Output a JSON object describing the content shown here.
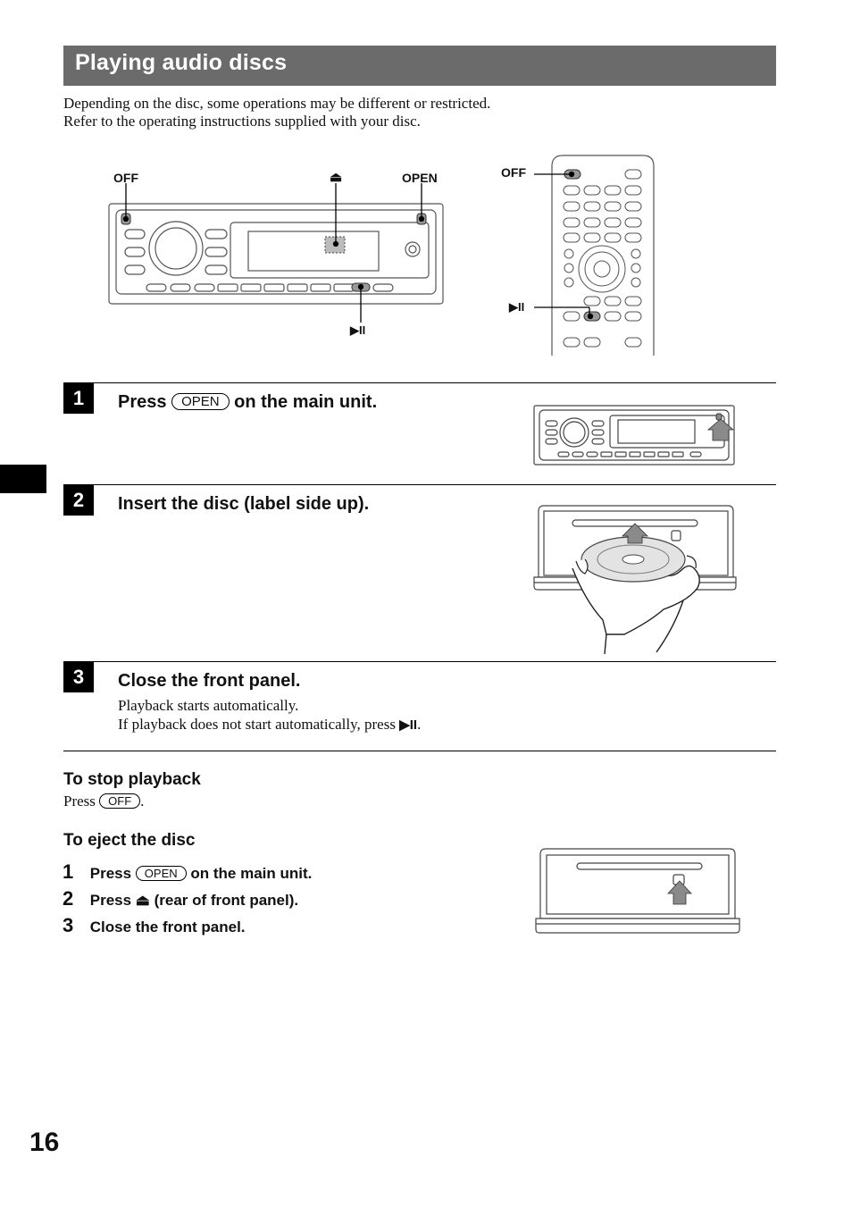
{
  "header": {
    "title": "Playing audio discs"
  },
  "intro": {
    "line1": "Depending on the disc, some operations may be different or restricted.",
    "line2": "Refer to the operating instructions supplied with your disc."
  },
  "diagram": {
    "off_label": "OFF",
    "eject_symbol": "⏏",
    "open_label": "OPEN",
    "play_pause_symbol": "▶II",
    "remote_off_label": "OFF",
    "remote_play_pause_symbol": "▶II"
  },
  "steps": [
    {
      "num": "1",
      "pre": "Press",
      "button": "OPEN",
      "post": "on the main unit."
    },
    {
      "num": "2",
      "title": "Insert the disc (label side up)."
    },
    {
      "num": "3",
      "title": "Close the front panel.",
      "line1": "Playback starts automatically.",
      "line2_pre": "If playback does not start automatically, press",
      "line2_symbol": "▶II",
      "line2_post": "."
    }
  ],
  "stop": {
    "heading": "To stop playback",
    "pre": "Press",
    "button": "OFF",
    "post": "."
  },
  "eject": {
    "heading": "To eject the disc",
    "items": [
      {
        "num": "1",
        "pre": "Press",
        "button": "OPEN",
        "post": "on the main unit."
      },
      {
        "num": "2",
        "pre": "Press",
        "symbol": "⏏",
        "post": "(rear of front panel)."
      },
      {
        "num": "3",
        "text": "Close the front panel."
      }
    ]
  },
  "page_number": "16"
}
